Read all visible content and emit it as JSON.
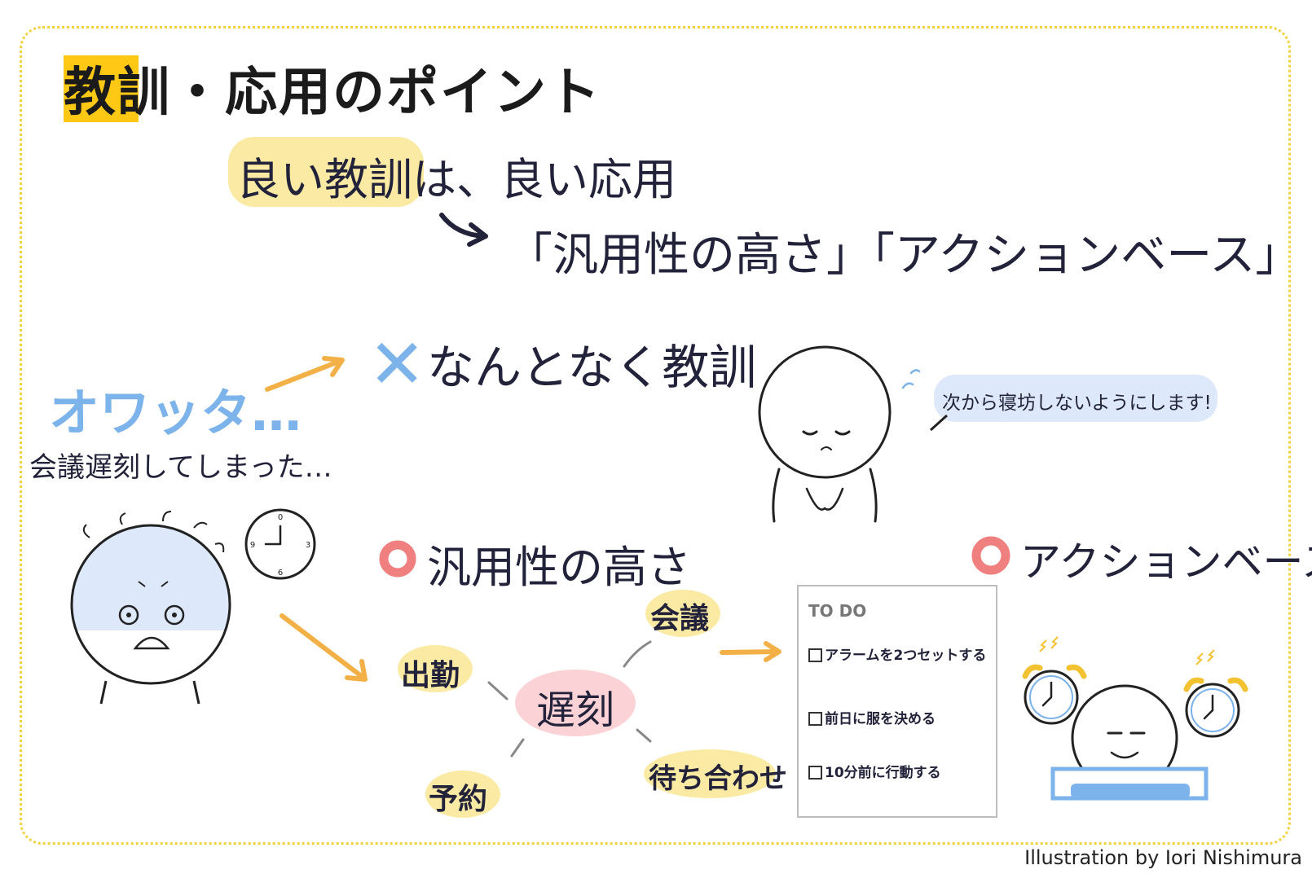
{
  "title": {
    "highlight_char": "教",
    "rest": "訓・応用のポイント"
  },
  "headline": {
    "highlighted": "良い教訓",
    "rest": "は、良い応用"
  },
  "criteria_line": "「汎用性の高さ」「アクションベース」",
  "bad_example": {
    "mark": "✕",
    "text": "なんとなく教訓",
    "exclaim": "オワッタ…",
    "situation": "会議遅刻してしまった…",
    "speech": "次から寝坊しないようにします!"
  },
  "section_generality": {
    "heading": "汎用性の高さ",
    "center": "遅刻",
    "nodes": [
      "出勤",
      "会議",
      "予約",
      "待ち合わせ"
    ]
  },
  "section_action": {
    "heading": "アクションベース",
    "todo_title": "TO DO",
    "todo_items": [
      "アラームを2つセットする",
      "前日に服を決める",
      "10分前に行動する"
    ]
  },
  "clock_numbers": [
    "0",
    "3",
    "6",
    "9"
  ],
  "credit": "Illustration by Iori Nishimura",
  "colors": {
    "frame": "#f2d23c",
    "title_highlight": "#ffc814",
    "yellow_highlight": "#fbeaa4",
    "pink_highlight": "#fbd3d6",
    "blue": "#7bb3ea",
    "light_blue": "#dde9fb",
    "arrow_orange": "#f3b046",
    "good_mark": "#f08080"
  }
}
